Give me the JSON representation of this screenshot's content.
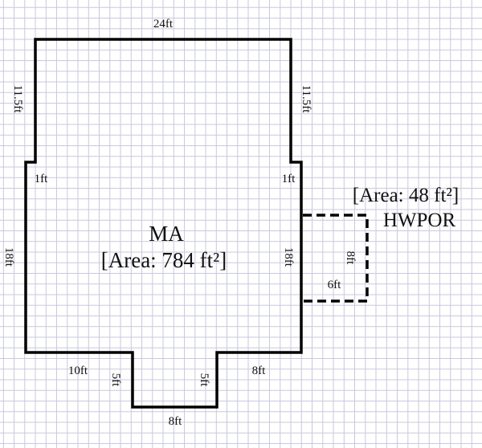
{
  "main_area": {
    "name": "MA",
    "area_label": "[Area: 784 ft²]",
    "dimensions": {
      "top": "24ft",
      "left_upper": "11.5ft",
      "right_upper": "11.5ft",
      "left_step": "1ft",
      "right_step": "1ft",
      "left_lower": "18ft",
      "right_lower": "18ft",
      "bottom_left": "10ft",
      "bottom_right": "8ft",
      "notch_left": "5ft",
      "notch_right": "5ft",
      "notch_bottom": "8ft"
    }
  },
  "porch": {
    "name": "HWPOR",
    "area_label": "[Area: 48 ft²]",
    "dimensions": {
      "side": "8ft",
      "bottom": "6ft"
    }
  },
  "colors": {
    "wall": "#000000",
    "grid": "#c9c9dd",
    "background": "#ffffff"
  }
}
